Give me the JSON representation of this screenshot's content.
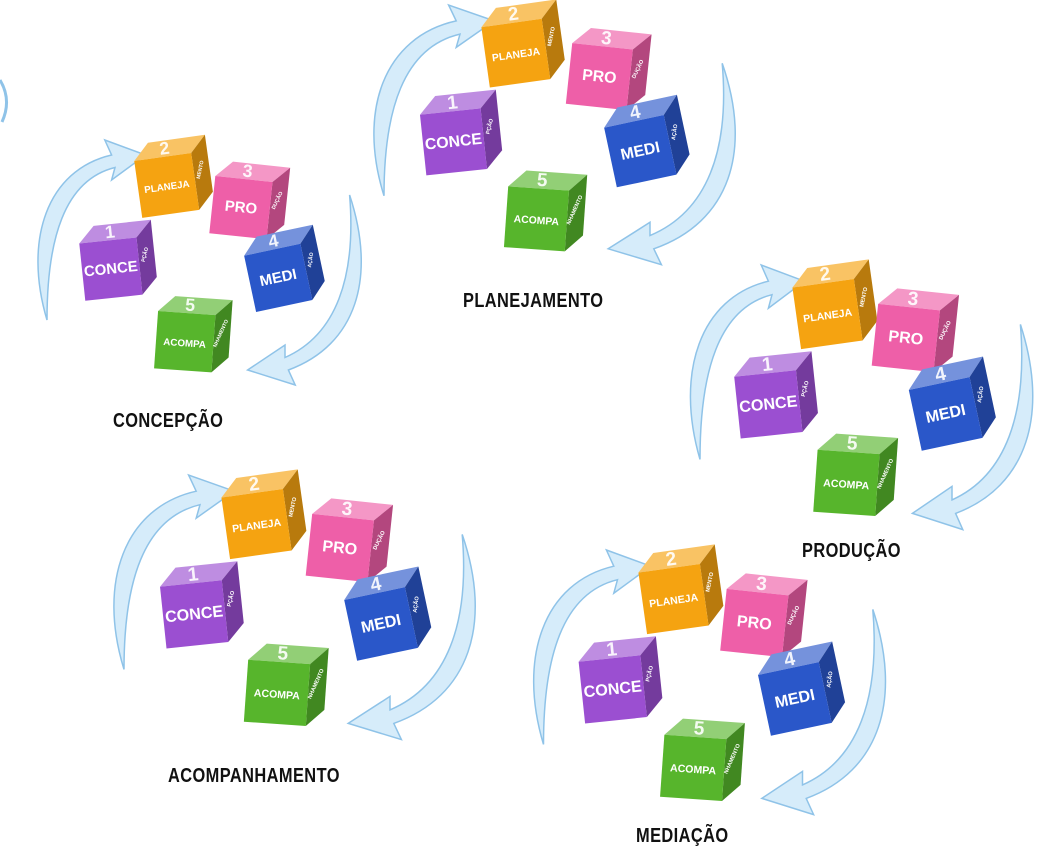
{
  "colors": {
    "arrow_fill": "#d6ecfa",
    "arrow_stroke": "#8fc3e8",
    "cube_orange": "#f5a311",
    "cube_pink": "#ee5fa8",
    "cube_purple": "#9b4fd1",
    "cube_blue": "#2a57c9",
    "cube_green": "#57b52c"
  },
  "cubes": [
    {
      "key": "concepcao",
      "number": "1",
      "left_word": "CONCE",
      "right_word": "PÇÃO",
      "color": "purple"
    },
    {
      "key": "planejamento",
      "number": "2",
      "left_word": "PLANEJA",
      "right_word": "MENTO",
      "color": "orange"
    },
    {
      "key": "producao",
      "number": "3",
      "left_word": "PRO",
      "right_word": "DUÇÃO",
      "color": "pink"
    },
    {
      "key": "mediacao",
      "number": "4",
      "left_word": "MEDI",
      "right_word": "AÇÃO",
      "color": "blue"
    },
    {
      "key": "acompanhamento",
      "number": "5",
      "left_word": "ACOMPA",
      "right_word": "NHAMENTO",
      "color": "green"
    }
  ],
  "stages": [
    {
      "id": "concepcao",
      "label": "CONCEPÇÃO"
    },
    {
      "id": "planejamento",
      "label": "PLANEJAMENTO"
    },
    {
      "id": "producao",
      "label": "PRODUÇÃO"
    },
    {
      "id": "acompanhamento",
      "label": "ACOMPANHAMENTO"
    },
    {
      "id": "mediacao",
      "label": "MEDIAÇÃO"
    }
  ]
}
